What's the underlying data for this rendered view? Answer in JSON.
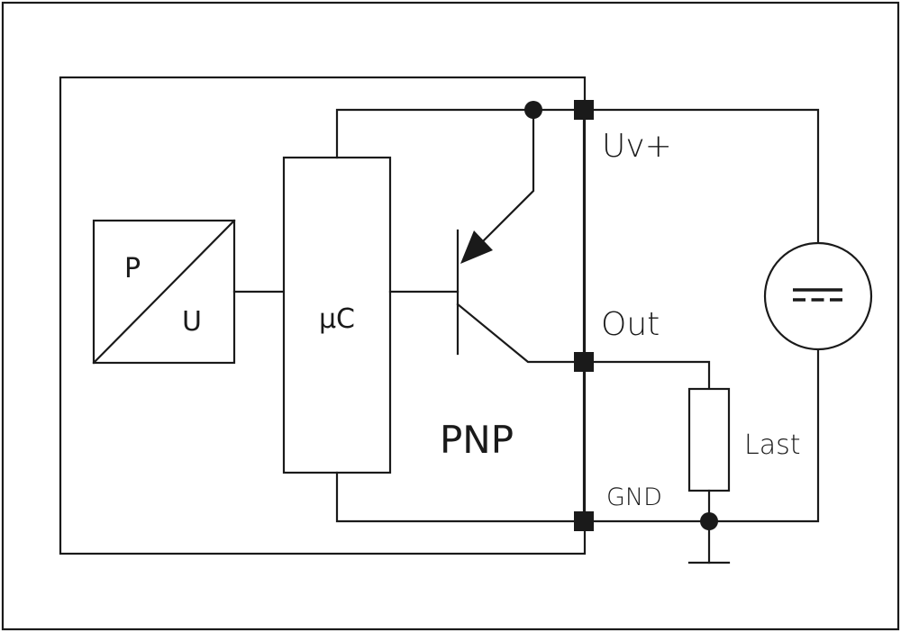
{
  "diagram": {
    "sensor": {
      "top_label": "P",
      "bottom_label": "U"
    },
    "microcontroller_label": "μC",
    "type_label": "PNP",
    "terminals": {
      "supply": "Uv+",
      "output": "Out",
      "ground": "GND"
    },
    "load_label": "Last",
    "dc_source_symbol": "---"
  }
}
